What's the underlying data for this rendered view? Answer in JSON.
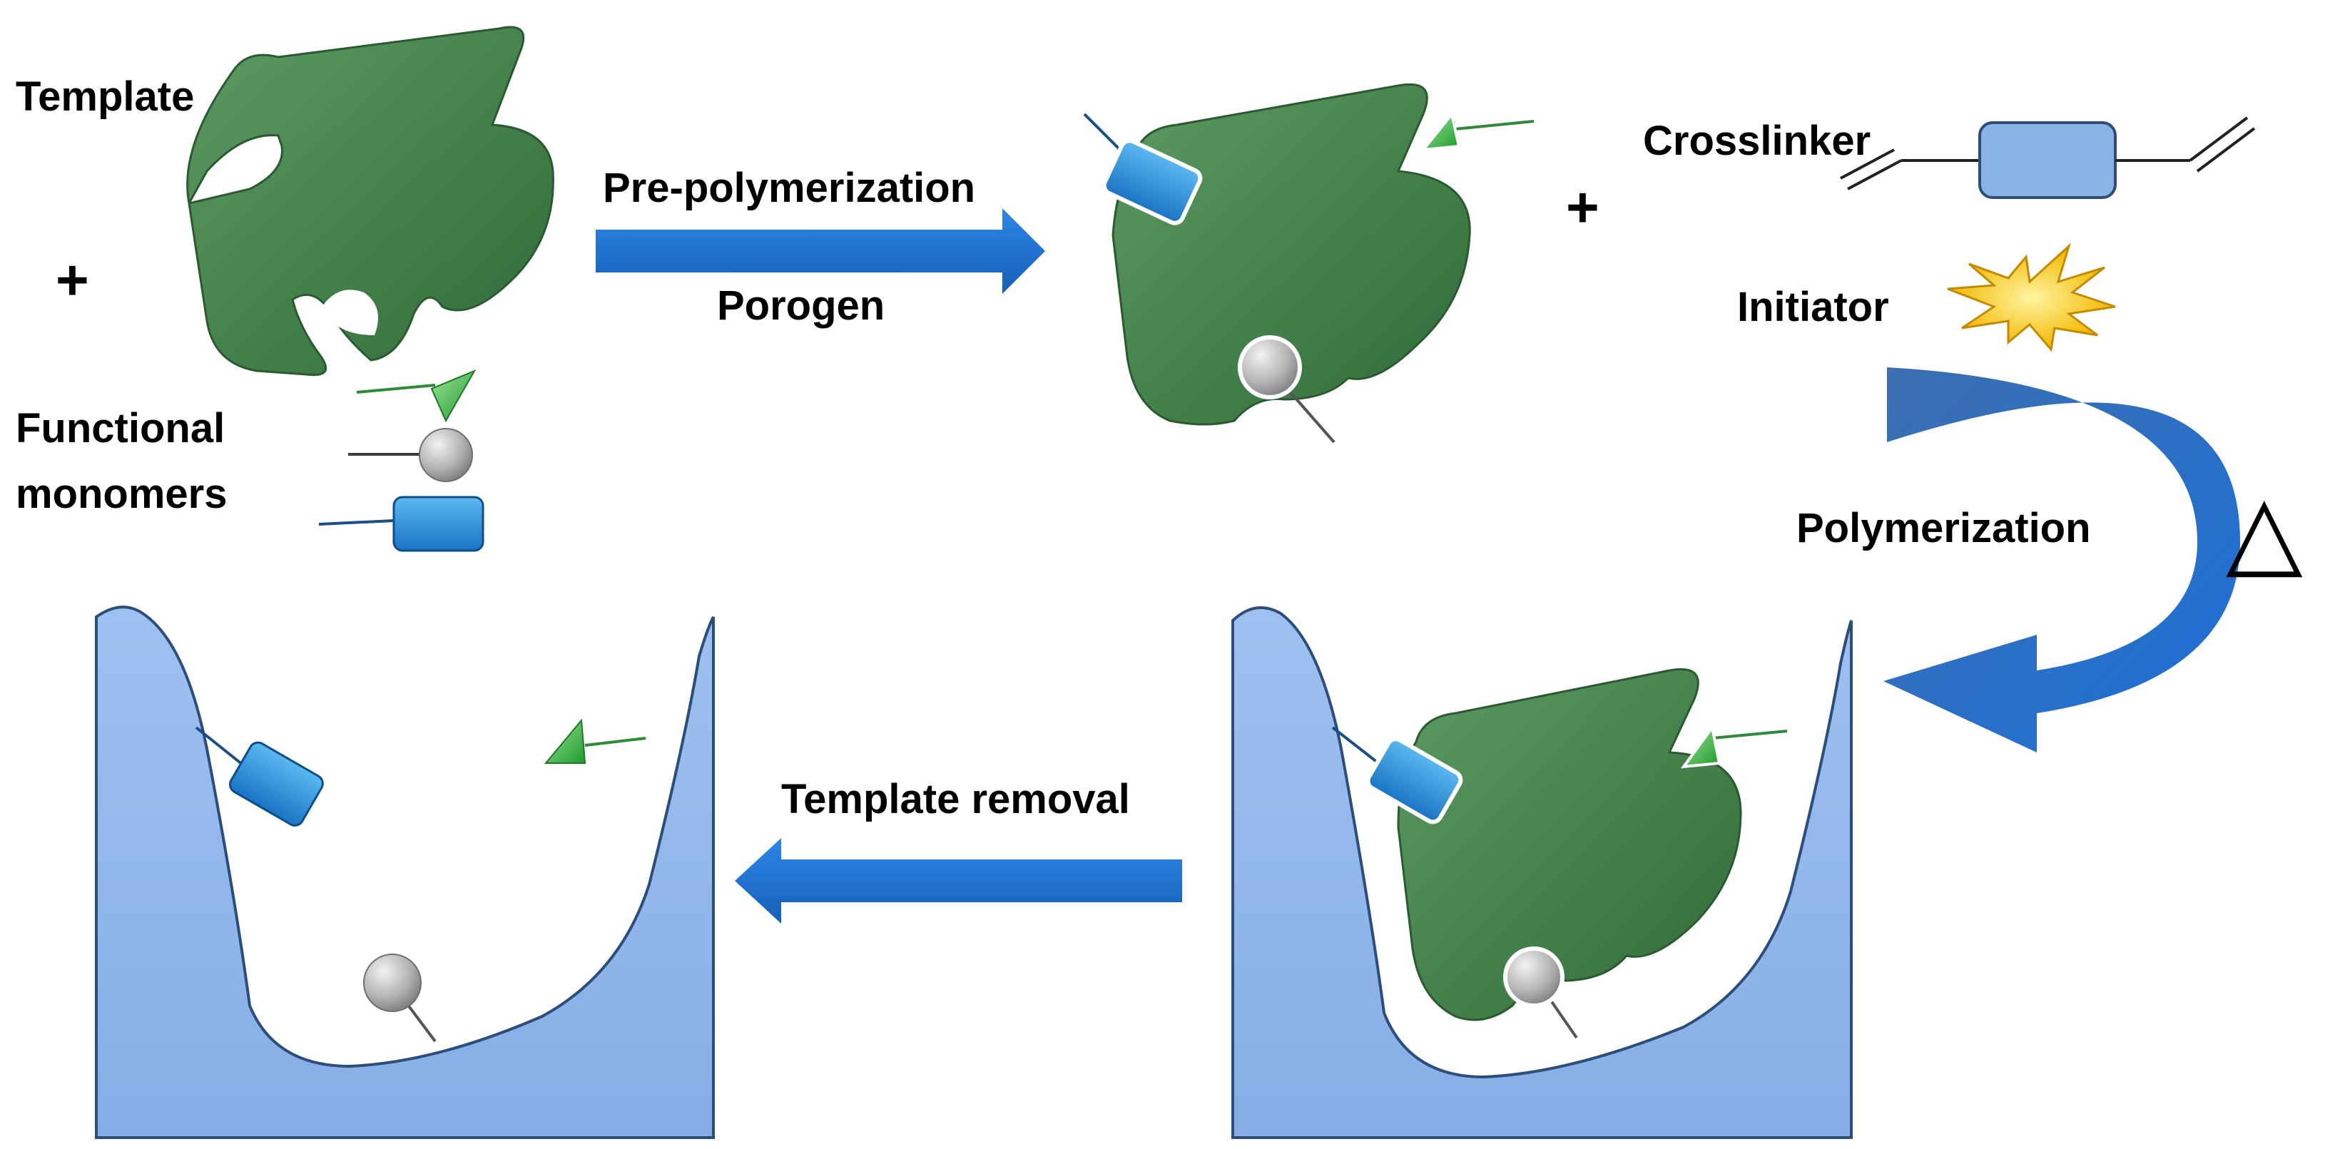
{
  "labels": {
    "template": "Template",
    "functional_monomers_line1": "Functional",
    "functional_monomers_line2": "monomers",
    "pre_polymerization": "Pre-polymerization",
    "porogen": "Porogen",
    "crosslinker": "Crosslinker",
    "initiator": "Initiator",
    "polymerization": "Polymerization",
    "template_removal": "Template removal"
  },
  "symbols": {
    "plus": "+",
    "heat": "△"
  },
  "colors": {
    "template_green": "#3f7a45",
    "polymer_blue": "#8db3e8",
    "arrow_blue": "#1f6fd1",
    "monomer_box_blue": "#2b8fdc",
    "monomer_sphere_gray": "#a9a9a9",
    "monomer_cone_green": "#46c24a",
    "initiator_yellow": "#f5c400"
  }
}
